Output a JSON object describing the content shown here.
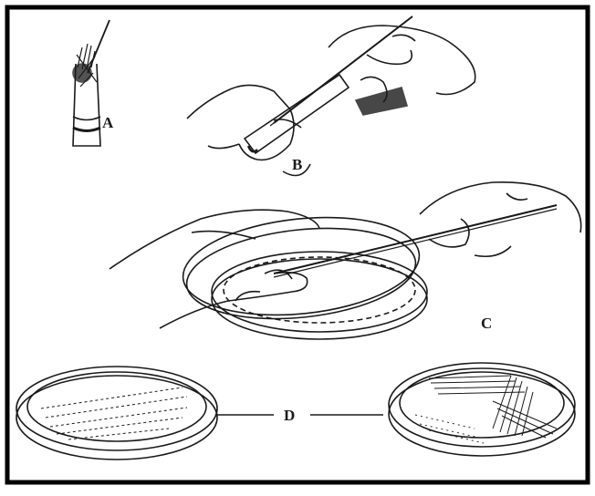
{
  "figure": {
    "panels": [
      {
        "id": "A",
        "label": "A"
      },
      {
        "id": "B",
        "label": "B"
      },
      {
        "id": "C",
        "label": "C"
      },
      {
        "id": "D",
        "label": "D"
      }
    ]
  },
  "colors": {
    "ink": "#1a1a1a",
    "frame": "#000000",
    "paper": "#ffffff"
  }
}
